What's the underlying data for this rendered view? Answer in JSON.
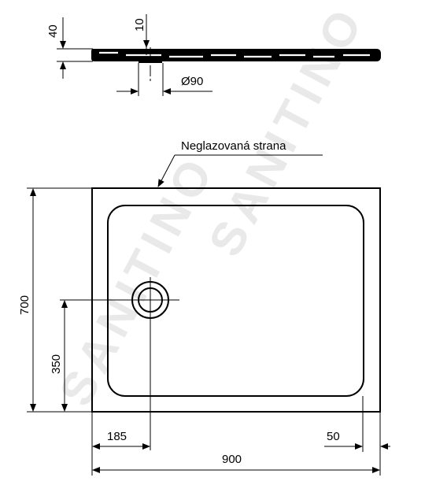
{
  "watermark": "SANITINO",
  "profile": {
    "height_dim": "40",
    "offset_dim": "10",
    "drain_dim": "Ø90"
  },
  "plan": {
    "label": "Neglazovaná strana",
    "height_dim": "700",
    "drain_y_dim": "350",
    "drain_x_dim": "185",
    "width_dim": "900",
    "edge_dim": "50"
  }
}
